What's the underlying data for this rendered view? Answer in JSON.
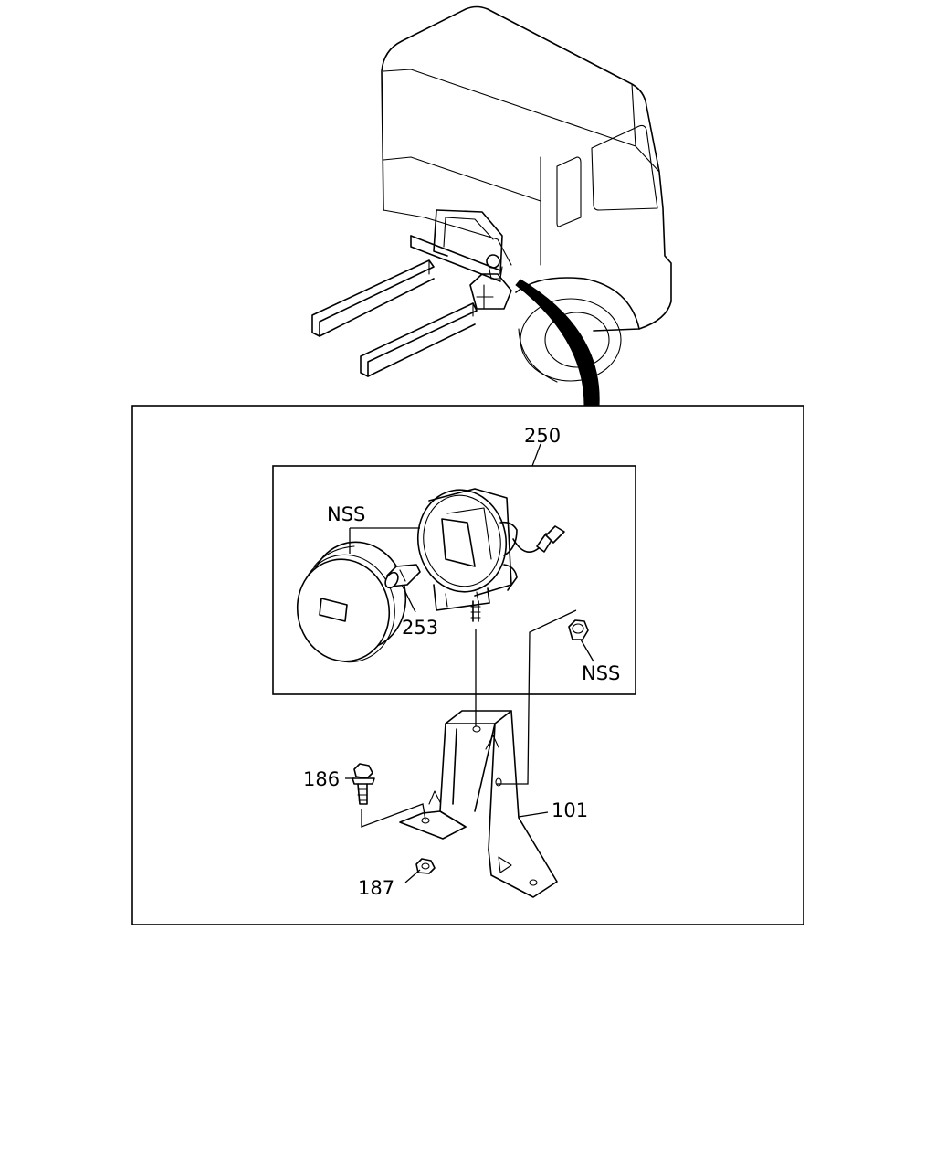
{
  "diagram": {
    "callouts": {
      "assembly": "250",
      "nss_upper": "NSS",
      "nss_nut": "NSS",
      "bulb": "253",
      "bolt": "186",
      "bracket": "101",
      "nut": "187"
    }
  }
}
